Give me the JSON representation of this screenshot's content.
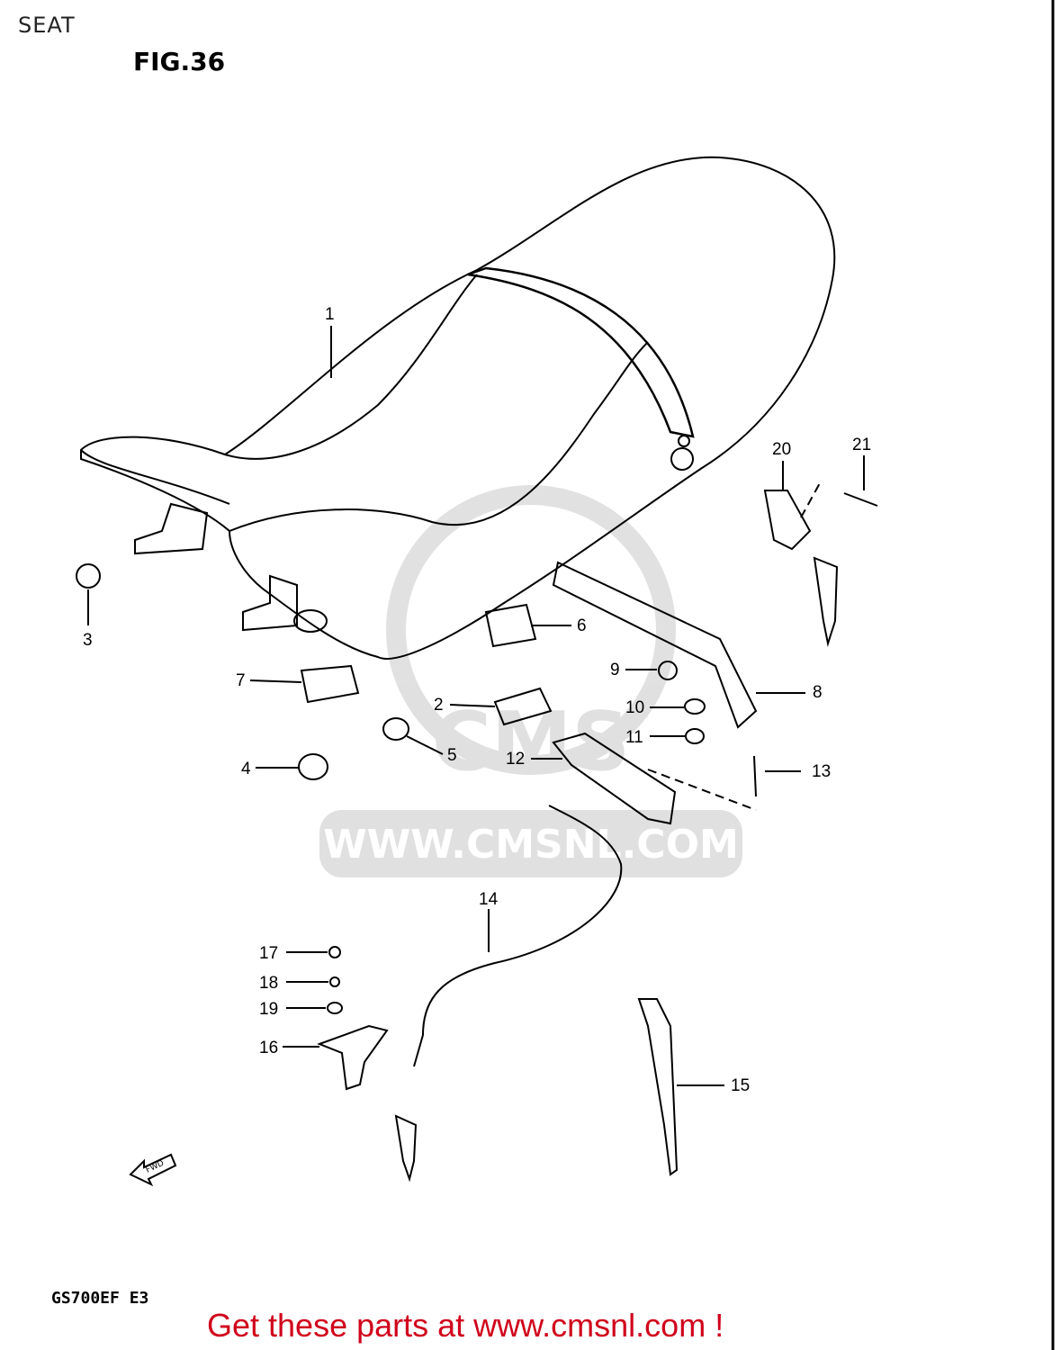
{
  "header": {
    "title": "SEAT"
  },
  "figure": {
    "label": "FIG.36",
    "model_code": "GS700EF  E3"
  },
  "watermark": {
    "text": "WWW.CMSNL.COM",
    "logo_text": "CMS"
  },
  "footer": {
    "cta": "Get these parts at www.cmsnl.com !"
  },
  "callouts": [
    "1",
    "2",
    "3",
    "4",
    "5",
    "6",
    "7",
    "8",
    "9",
    "10",
    "11",
    "12",
    "13",
    "14",
    "15",
    "16",
    "17",
    "18",
    "19",
    "20",
    "21"
  ],
  "fwd_arrow": {
    "text": "FWD"
  },
  "colors": {
    "cta": "#d0021b",
    "line": "#000000",
    "watermark": "#c8c8c8"
  }
}
